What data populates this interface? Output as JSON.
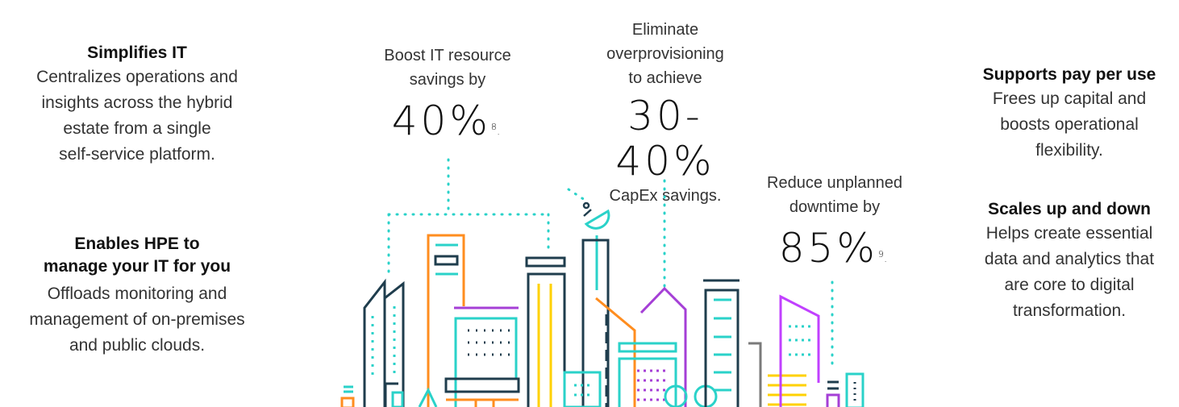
{
  "left": {
    "simplifies": {
      "title": "Simplifies IT",
      "lines": [
        "Centralizes operations and",
        "insights across the hybrid",
        "estate from a single",
        "self-service platform."
      ]
    },
    "enables": {
      "title_lines": [
        "Enables HPE to",
        "manage your IT for you"
      ],
      "lines": [
        "Offloads monitoring and",
        "management of on-premises",
        "and public clouds."
      ]
    }
  },
  "stats": {
    "boost": {
      "caption_lines": [
        "Boost IT resource",
        "savings by"
      ],
      "value": "40%",
      "footnote": "8",
      "end": "."
    },
    "eliminate": {
      "caption_lines": [
        "Eliminate",
        "overprovisioning",
        "to achieve"
      ],
      "value": "30-40%",
      "after": "CapEx savings."
    },
    "reduce": {
      "caption_lines": [
        "Reduce unplanned",
        "downtime by"
      ],
      "value": "85%",
      "footnote": "9",
      "end": "."
    }
  },
  "right": {
    "payperuse": {
      "title": "Supports pay per use",
      "lines": [
        "Frees up capital and",
        "boosts operational",
        "flexibility."
      ]
    },
    "scales": {
      "title": "Scales up and down",
      "lines": [
        "Helps create essential",
        "data and analytics that",
        "are core to digital",
        "transformation."
      ]
    }
  },
  "colors": {
    "teal": "#2ad2c9",
    "orange": "#ff8d1f",
    "navy": "#1f3d4d",
    "purple": "#a53fd6",
    "yellow": "#ffd100",
    "gray": "#7a7a7a",
    "magenta": "#c140ff"
  }
}
